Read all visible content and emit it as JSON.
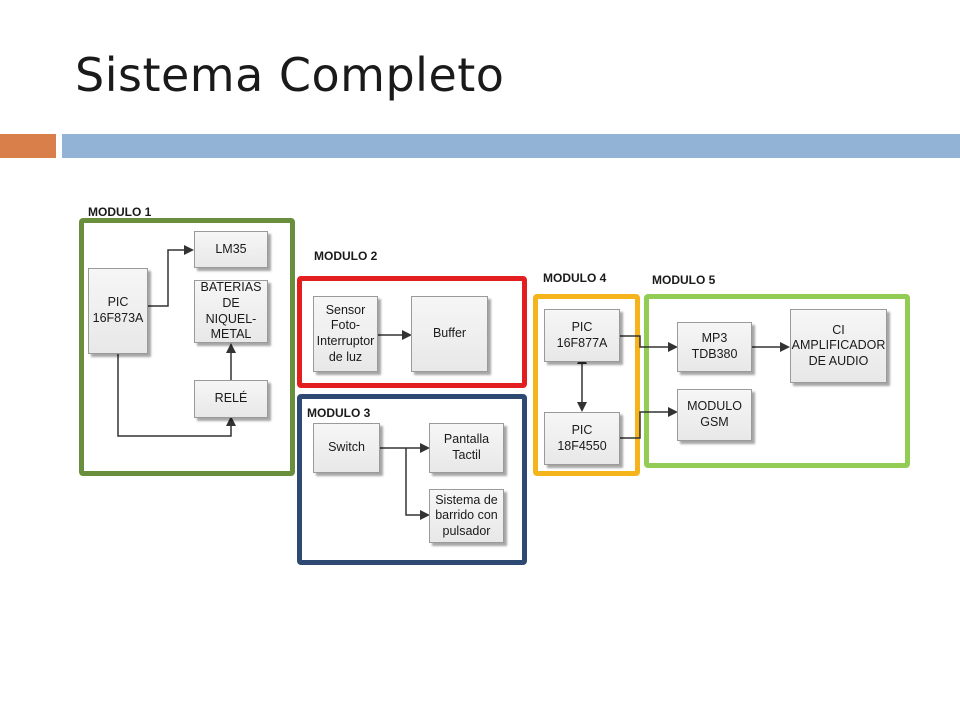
{
  "title": "Sistema Completo",
  "colors": {
    "accent_bar": "#d9804a",
    "title_bar": "#93b3d6",
    "module1": "#6a8f3c",
    "module2": "#e31e1e",
    "module3": "#2e4a73",
    "module4": "#f5b41c",
    "module5": "#92cc55"
  },
  "modules": {
    "m1": "MODULO 1",
    "m2": "MODULO 2",
    "m3": "MODULO 3",
    "m4": "MODULO 4",
    "m5": "MODULO 5"
  },
  "blocks": {
    "pic16f873a": "PIC\n16F873A",
    "lm35": "LM35",
    "baterias": "BATERIAS\nDE NIQUEL-\nMETAL",
    "rele": "RELÉ",
    "sensor": "Sensor\nFoto-\nInterruptor\nde luz",
    "buffer": "Buffer",
    "switch": "Switch",
    "pantalla": "Pantalla\nTactil",
    "sistema": "Sistema de\nbarrido con\npulsador",
    "pic16f877a": "PIC\n16F877A",
    "pic18f4550": "PIC\n18F4550",
    "mp3": "MP3\nTDB380",
    "ci": "CI\nAMPLIFICADOR\nDE AUDIO",
    "gsm": "MODULO\nGSM"
  }
}
